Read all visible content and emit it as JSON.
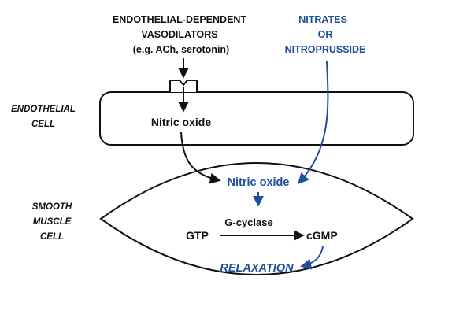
{
  "top_left": {
    "line1": "ENDOTHELIAL-DEPENDENT",
    "line2": "VASODILATORS",
    "line3": "(e.g. ACh, serotonin)"
  },
  "top_right": {
    "line1": "NITRATES",
    "line2": "OR",
    "line3": "NITROPRUSSIDE"
  },
  "endothelial_cell": {
    "label_line1": "ENDOTHELIAL",
    "label_line2": "CELL",
    "nitric_oxide": "Nitric oxide"
  },
  "smooth_muscle_cell": {
    "label_line1": "SMOOTH",
    "label_line2": "MUSCLE",
    "label_line3": "CELL",
    "nitric_oxide": "Nitric oxide",
    "gtp": "GTP",
    "enzyme": "G-cyclase",
    "cgmp": "cGMP",
    "relaxation": "RELAXATION"
  },
  "colors": {
    "black": "#111111",
    "blue": "#1f4e9c"
  }
}
